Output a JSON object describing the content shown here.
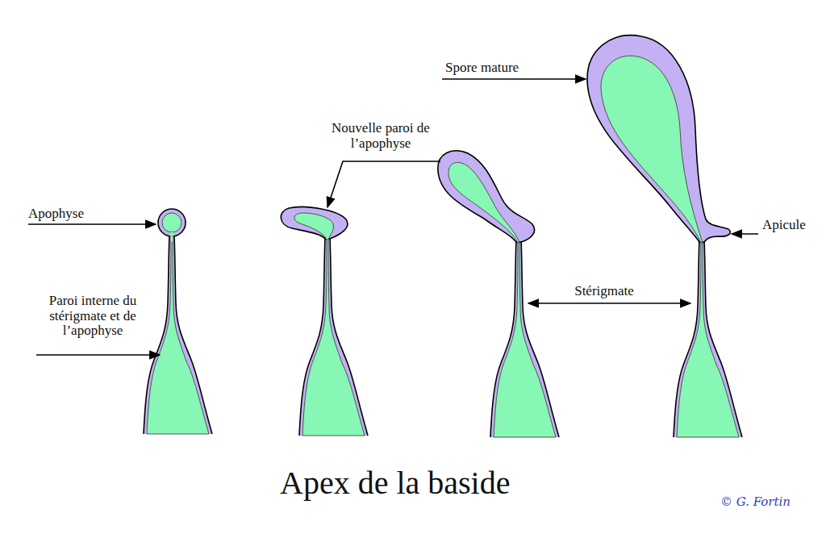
{
  "diagram": {
    "title": "Apex de la baside",
    "labels": [
      "Apophyse",
      "Paroi interne du stérigmate et de l’apophyse",
      "Nouvelle paroi de l’apophyse",
      "Spore mature",
      "Stérigmate",
      "Apicule",
      "© G. Fortin"
    ]
  }
}
